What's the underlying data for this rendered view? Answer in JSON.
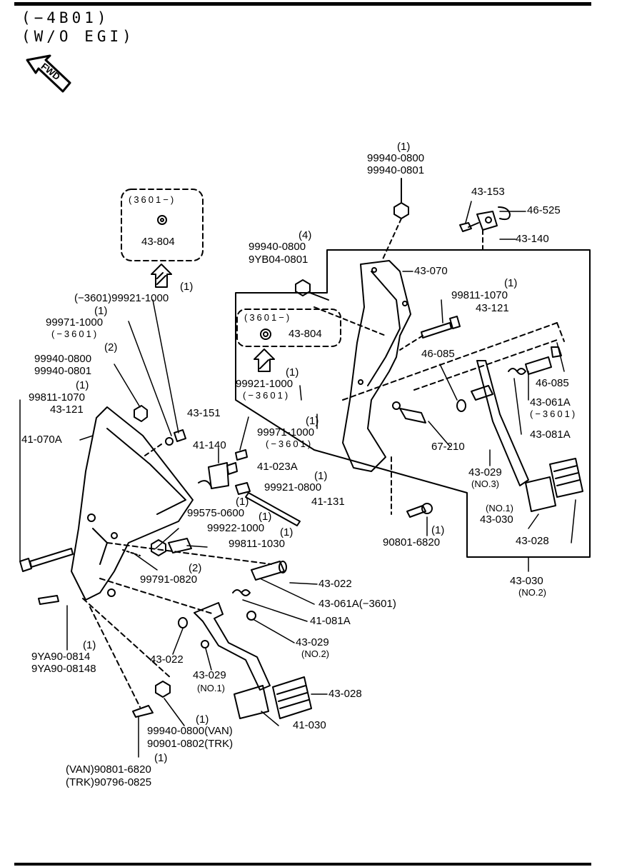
{
  "header": {
    "line1": "(−4B01)",
    "line2": "(W/O EGI)",
    "fwd": "FWD"
  },
  "labels": [
    {
      "id": "l1",
      "text": "(1)"
    },
    {
      "id": "l2",
      "text": "99940-0800"
    },
    {
      "id": "l3",
      "text": "99940-0801"
    },
    {
      "id": "l4",
      "text": "43-153"
    },
    {
      "id": "l5",
      "text": "46-525"
    },
    {
      "id": "l6",
      "text": "43-140"
    },
    {
      "id": "l7",
      "text": "(3601−)"
    },
    {
      "id": "l8",
      "text": "43-804"
    },
    {
      "id": "l9",
      "text": "(4)"
    },
    {
      "id": "l10",
      "text": "99940-0800"
    },
    {
      "id": "l11",
      "text": "9YB04-0801"
    },
    {
      "id": "l12",
      "text": "43-070"
    },
    {
      "id": "l13",
      "text": "(1)"
    },
    {
      "id": "l14",
      "text": "(−3601)99921-1000"
    },
    {
      "id": "l15",
      "text": "(1)"
    },
    {
      "id": "l16",
      "text": "99811-1070"
    },
    {
      "id": "l17",
      "text": "43-121"
    },
    {
      "id": "l18",
      "text": "(1)"
    },
    {
      "id": "l19",
      "text": "99971-1000"
    },
    {
      "id": "l20",
      "text": "(−3601)"
    },
    {
      "id": "l21",
      "text": "(3601−)"
    },
    {
      "id": "l22",
      "text": "43-804"
    },
    {
      "id": "l23",
      "text": "(2)"
    },
    {
      "id": "l24",
      "text": "99940-0800"
    },
    {
      "id": "l25",
      "text": "99940-0801"
    },
    {
      "id": "l26",
      "text": "46-085"
    },
    {
      "id": "l27",
      "text": "46-085"
    },
    {
      "id": "l28",
      "text": "(1)"
    },
    {
      "id": "l29",
      "text": "99811-1070"
    },
    {
      "id": "l30",
      "text": "43-121"
    },
    {
      "id": "l31",
      "text": "(1)"
    },
    {
      "id": "l32",
      "text": "99921-1000"
    },
    {
      "id": "l33",
      "text": "(−3601)"
    },
    {
      "id": "l34",
      "text": "43-061A"
    },
    {
      "id": "l35",
      "text": "(−3601)"
    },
    {
      "id": "l36",
      "text": "43-151"
    },
    {
      "id": "l37",
      "text": "(1)"
    },
    {
      "id": "l38",
      "text": "99971-1000"
    },
    {
      "id": "l39",
      "text": "(−3601)"
    },
    {
      "id": "l40",
      "text": "41-070A"
    },
    {
      "id": "l41",
      "text": "41-140"
    },
    {
      "id": "l42",
      "text": "41-023A"
    },
    {
      "id": "l43",
      "text": "67-210"
    },
    {
      "id": "l44",
      "text": "43-081A"
    },
    {
      "id": "l45",
      "text": "(1)"
    },
    {
      "id": "l46",
      "text": "99921-0800"
    },
    {
      "id": "l47",
      "text": "43-029"
    },
    {
      "id": "l48",
      "text": "(NO.3)"
    },
    {
      "id": "l49",
      "text": "99575-0600"
    },
    {
      "id": "l50",
      "text": "(1)"
    },
    {
      "id": "l51",
      "text": "41-131"
    },
    {
      "id": "l52",
      "text": "(1)"
    },
    {
      "id": "l53",
      "text": "99922-1000"
    },
    {
      "id": "l54",
      "text": "(NO.1)"
    },
    {
      "id": "l55",
      "text": "43-030"
    },
    {
      "id": "l56",
      "text": "(1)"
    },
    {
      "id": "l57",
      "text": "99811-1030"
    },
    {
      "id": "l58",
      "text": "(1)"
    },
    {
      "id": "l59",
      "text": "90801-6820"
    },
    {
      "id": "l60",
      "text": "43-028"
    },
    {
      "id": "l61",
      "text": "(2)"
    },
    {
      "id": "l62",
      "text": "99791-0820"
    },
    {
      "id": "l63",
      "text": "43-030"
    },
    {
      "id": "l64",
      "text": "(NO.2)"
    },
    {
      "id": "l65",
      "text": "43-022"
    },
    {
      "id": "l66",
      "text": "43-061A(−3601)"
    },
    {
      "id": "l67",
      "text": "41-081A"
    },
    {
      "id": "l68",
      "text": "43-029"
    },
    {
      "id": "l69",
      "text": "(NO.2)"
    },
    {
      "id": "l70",
      "text": "43-022"
    },
    {
      "id": "l71",
      "text": "(1)"
    },
    {
      "id": "l72",
      "text": "9YA90-0814"
    },
    {
      "id": "l73",
      "text": "9YA90-08148"
    },
    {
      "id": "l74",
      "text": "43-029"
    },
    {
      "id": "l75",
      "text": "(NO.1)"
    },
    {
      "id": "l76",
      "text": "43-028"
    },
    {
      "id": "l77",
      "text": "41-030"
    },
    {
      "id": "l78",
      "text": "(1)"
    },
    {
      "id": "l79",
      "text": "99940-0800(VAN)"
    },
    {
      "id": "l80",
      "text": "90901-0802(TRK)"
    },
    {
      "id": "l81",
      "text": "(1)"
    },
    {
      "id": "l82",
      "text": "(VAN)90801-6820"
    },
    {
      "id": "l83",
      "text": "(TRK)90796-0825"
    }
  ]
}
